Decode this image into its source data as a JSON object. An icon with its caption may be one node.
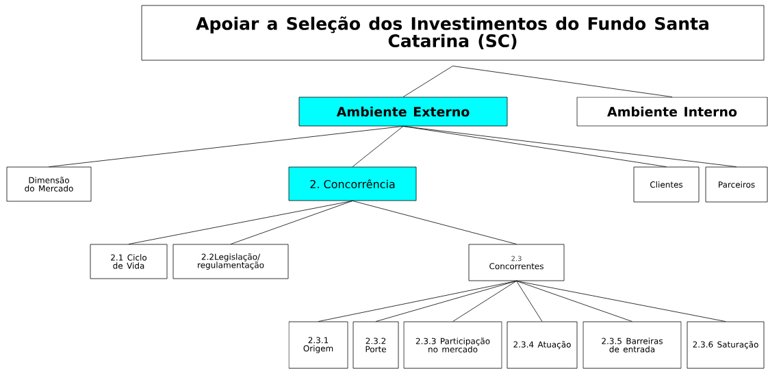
{
  "diagram": {
    "nodes": [
      {
        "text": [
          "Apoiar a Seleção dos Investimentos do Fundo Santa Catarina (SC)"
        ]
      },
      {
        "text": [
          "Ambiente Externo"
        ]
      },
      {
        "text": [
          "Ambiente Interno"
        ]
      },
      {
        "text": [
          "Dimensão do Mercado"
        ]
      },
      {
        "text": [
          "2. Concorrência"
        ]
      },
      {
        "text": [
          "Clientes"
        ]
      },
      {
        "text": [
          "Parceiros"
        ]
      },
      {
        "text": [
          "2.1 Ciclo de Vida"
        ]
      },
      {
        "text": [
          "2.2Legislação/ regulamentação"
        ]
      },
      {
        "text": [
          "2.3",
          "Concorrentes"
        ]
      },
      {
        "text": [
          "2.3.1 Origem"
        ]
      },
      {
        "text": [
          "2.3.2 Porte"
        ]
      },
      {
        "text": [
          "2.3.3 Participação no mercado"
        ]
      },
      {
        "text": [
          "2.3.4 Atuação"
        ]
      },
      {
        "text": [
          "2.3.5 Barreiras de entrada"
        ]
      },
      {
        "text": [
          "2.3.6 Saturação"
        ]
      }
    ],
    "edges": [
      {
        "from": 0,
        "to": 1,
        "arrow": "none"
      },
      {
        "from": 0,
        "to": 2,
        "arrow": "none"
      },
      {
        "from": 1,
        "to": 3,
        "arrow": "none"
      },
      {
        "from": 1,
        "to": 4,
        "arrow": "none"
      },
      {
        "from": 1,
        "to": 5,
        "arrow": "none"
      },
      {
        "from": 1,
        "to": 6,
        "arrow": "none"
      },
      {
        "from": 4,
        "to": 7,
        "arrow": "none"
      },
      {
        "from": 4,
        "to": 8,
        "arrow": "none"
      },
      {
        "from": 4,
        "to": 9,
        "arrow": "none"
      },
      {
        "from": 9,
        "to": 10,
        "arrow": "none"
      },
      {
        "from": 9,
        "to": 11,
        "arrow": "none"
      },
      {
        "from": 9,
        "to": 12,
        "arrow": "none"
      },
      {
        "from": 9,
        "to": 13,
        "arrow": "none"
      },
      {
        "from": 9,
        "to": 14,
        "arrow": "none"
      },
      {
        "from": 9,
        "to": 15,
        "arrow": "none"
      }
    ]
  }
}
